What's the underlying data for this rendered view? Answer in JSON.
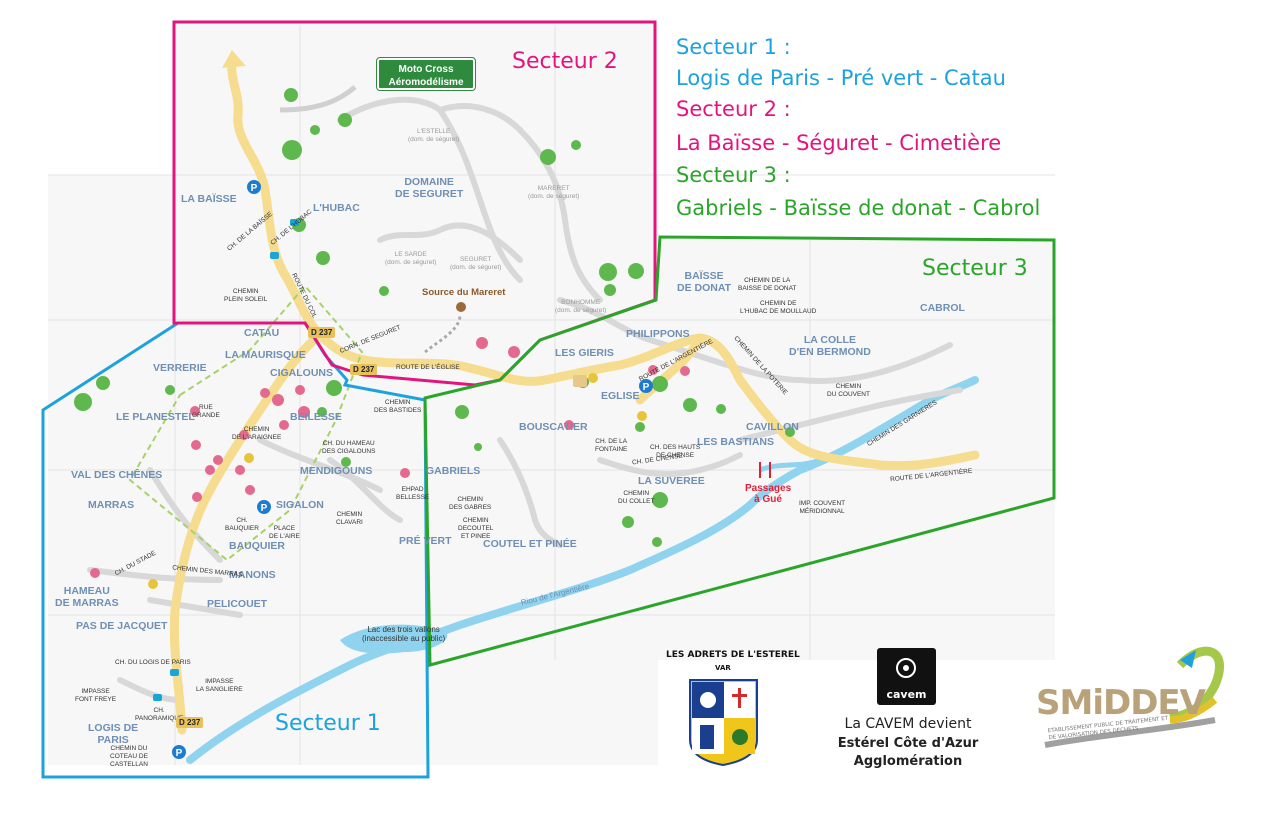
{
  "legend": [
    {
      "text": "Secteur 1 :",
      "color": "#1ea1dc"
    },
    {
      "text": "Logis de Paris - Pré vert - Catau",
      "color": "#1ea1dc"
    },
    {
      "text": "Secteur 2 :",
      "color": "#e3147e"
    },
    {
      "text": "La Baïsse -  Séguret - Cimetière",
      "color": "#e3147e"
    },
    {
      "text": "Secteur 3 :",
      "color": "#2aa52a"
    },
    {
      "text": "Gabriels - Baïsse de donat - Cabrol",
      "color": "#2aa52a"
    }
  ],
  "sectors": {
    "s1": {
      "label": "Secteur 1",
      "color": "#1ea1dc"
    },
    "s2": {
      "label": "Secteur 2",
      "color": "#e3147e"
    },
    "s3": {
      "label": "Secteur 3",
      "color": "#2aa52a"
    }
  },
  "places": {
    "la_baisse": "LA BAÏSSE",
    "hubac": "L'HUBAC",
    "domaine_seguret": "DOMAINE\nDE SEGURET",
    "catau": "CATAU",
    "la_maurisque": "LA MAURISQUE",
    "verrerie": "VERRERIE",
    "cigalouns": "CIGALOUNS",
    "le_planestel": "LE PLANESTEL",
    "beilesse": "BEILESSE",
    "val_des_chenes": "VAL DES CHÊNES",
    "mendigouns": "MENDIGOUNS",
    "marras": "MARRAS",
    "sigalon": "SIGALON",
    "bauquier": "BAUQUIER",
    "manons": "MANONS",
    "hameau_marras": "HAMEAU\nDE MARRAS",
    "pelicouet": "PELICOUET",
    "pas_de_jacquet": "PAS DE JACQUET",
    "logis_de_paris": "LOGIS DE\nPARIS",
    "gabriels": "GABRIELS",
    "pre_vert": "PRÉ VERT",
    "coutel_pinee": "COUTEL ET PINÉE",
    "bouscatier": "BOUSCATIER",
    "les_gieris": "LES GIERIS",
    "philippons": "PHILIPPONS",
    "baisse_donat": "BAÏSSE\nDE DONAT",
    "eglise": "EGLISE",
    "la_suveree": "LA SUVEREE",
    "les_bastians": "LES BASTIANS",
    "cavillon": "CAVILLON",
    "la_colle": "LA COLLE\nD'EN BERMOND",
    "cabrol": "CABROL"
  },
  "minor_places": {
    "lestelle": "L'ESTELLE\n(dom. de séguret)",
    "mareret": "MARERET\n(dom. de séguret)",
    "le_sarde": "LE SARDE\n(dom. de séguret)",
    "seguret": "SEGURET\n(dom. de séguret)",
    "bonhomme": "BONHOMME\n(dom. de séguret)"
  },
  "streets": {
    "ch_baisse": "CH. DE LA BAÏSSE",
    "ch_hubac": "CH. DE L'HUBAC",
    "chemin_plein_soleil": "CHEMIN\nPLEIN SOLEIL",
    "route_du_col": "ROUTE DU COL",
    "corn_seguret": "CORN. DE SEGURET",
    "route_eglise": "ROUTE DE L'ÉGLISE",
    "chemin_bastides": "CHEMIN\nDES BASTIDES",
    "chemin_araignee": "CHEMIN\nDE L'ARAIGNEE",
    "rue_grande": "RUE\nGRANDE",
    "ch_hameau_cigalouns": "CH. DU HAMEAU\nDES CIGALOUNS",
    "ch_bauquier": "CH.\nBAUQUIER",
    "place_aire": "PLACE\nDE L'AIRE",
    "chemin_clavari": "CHEMIN\nCLAVARI",
    "ehpad": "EHPAD\nBELLESSE",
    "ch_stade": "CH. DU STADE",
    "chemin_marras": "CHEMIN DES MARRAS",
    "ch_logis_paris": "CH. DU LOGIS DE PARIS",
    "impasse_font": "IMPASSE\nFONT FREYE",
    "ch_panoramique": "CH.\nPANORAMIQUE",
    "impasse_sangliere": "IMPASSE\nLA SANGLIERE",
    "chemin_coteau": "CHEMIN DU\nCOTEAU DE\nCASTELLAN",
    "chemin_gabres": "CHEMIN\nDES GABRES",
    "chemin_decoutel": "CHEMIN\nDECOUTEL\nET PINEE",
    "ch_fontaine": "CH. DE LA\nFONTAINE",
    "ch_hauts_chense": "CH. DES HAUTS\nDE CHENSE",
    "ch_chense": "CH. DE CHENSE",
    "chemin_collet": "CHEMIN\nDU COLLET",
    "route_argentiere": "ROUTE DE L'ARGENTIÈRE",
    "chemin_baisse_donat": "CHEMIN DE LA\nBAISSE DE DONAT",
    "chemin_hubac_moullaud": "CHEMIN DE\nL'HUBAC DE MOULLAUD",
    "chemin_couvent": "CHEMIN\nDU COUVENT",
    "imp_couvent": "IMP. COUVENT\nMÉRIDIONNAL",
    "chemin_garnieres": "CHEMIN DES GARNIERES",
    "ch_poterie": "CHEMIN DE LA POTERIE",
    "route_argentiere2": "ROUTE DE L'ARGENTIÈRE"
  },
  "badges": {
    "d237_a": "D 237",
    "d237_b": "D 237",
    "d237_c": "D 237"
  },
  "moto_cross": "Moto Cross\nAéromodélisme",
  "source": "Source du Mareret",
  "passages": "Passages\nà Gué",
  "lac": "Lac des trois vallons\n(inaccessible au public)",
  "riou": "Riou de l'Argentière",
  "logos": {
    "adrets_arc": "LES ADRETS DE L'ESTEREL",
    "adrets_var": "VAR",
    "cavem_badge": "cavem",
    "cavem_line1": "La CAVEM devient",
    "cavem_line2": "Estérel Côte d'Azur",
    "cavem_line3": "Agglomération",
    "smiddev": "SMiDDEV",
    "smiddev_sub": "ETABLISSEMENT PUBLIC DE TRAITEMENT ET\nDE VALORISATION DES DÉCHETS"
  },
  "colors": {
    "road": "#f6dc8e",
    "river": "#8fd3ef",
    "tree": "#5fb84e",
    "place_text": "#6f8fb4"
  }
}
